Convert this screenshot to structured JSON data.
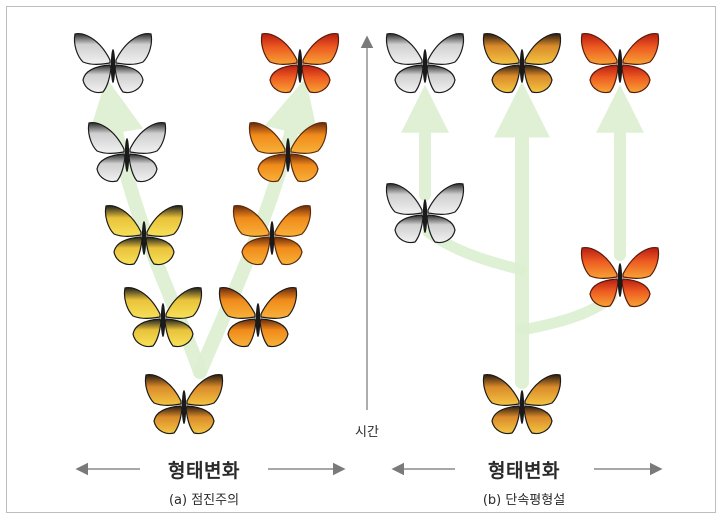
{
  "axis": {
    "time_label": "시간"
  },
  "panels": {
    "left": {
      "heading": "형태변화",
      "caption": "(a) 점진주의"
    },
    "right": {
      "heading": "형태변화",
      "caption": "(b) 단속평형설"
    }
  },
  "colors": {
    "arrow": "#6e6e6e",
    "lineage": "#d7eccb",
    "wing_black": "#1d1d1d",
    "white_wing": "#dcdcdc",
    "yellow_wing": "#f1c72a",
    "orange_wing": "#f08a1a",
    "red_wing": "#e5451e"
  }
}
